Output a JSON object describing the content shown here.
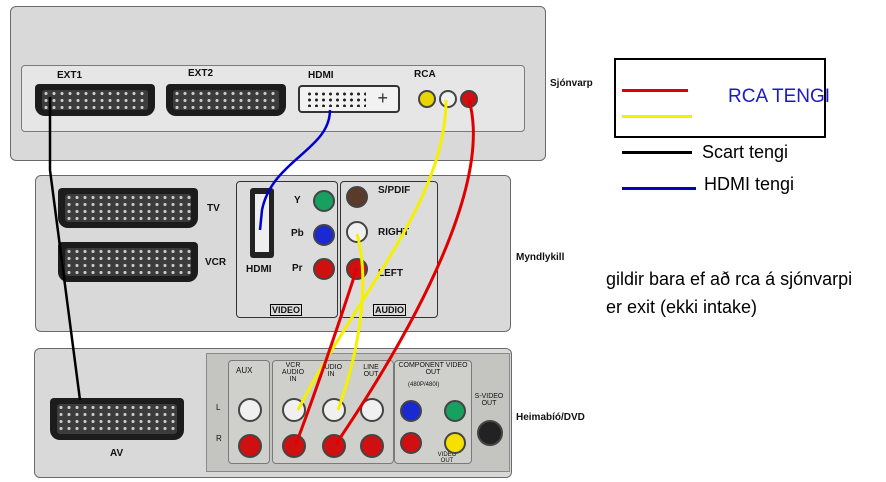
{
  "tv": {
    "name": "Sjónvarp",
    "ports": {
      "ext1": "EXT1",
      "ext2": "EXT2",
      "hdmi": "HDMI",
      "rca": "RCA"
    }
  },
  "decoder": {
    "name": "Myndlykill",
    "ports": {
      "tv": "TV",
      "vcr": "VCR",
      "hdmi": "HDMI",
      "y": "Y",
      "pb": "Pb",
      "pr": "Pr",
      "spdif": "S/PDIF",
      "right": "RIGHT",
      "left": "LEFT",
      "video": "VIDEO",
      "audio": "AUDIO"
    }
  },
  "dvd": {
    "name": "Heimabíó/DVD",
    "ports": {
      "av": "AV",
      "aux": "AUX",
      "vcr_audio_in": "VCR AUDIO IN",
      "audio_in": "AUDIO IN",
      "line_out": "LINE OUT",
      "component": "COMPONENT VIDEO OUT",
      "component_sub": "(480P/480I)",
      "svideo": "S-VIDEO OUT",
      "video_out": "VIDEO OUT",
      "l": "L",
      "r": "R"
    }
  },
  "legend": {
    "rca": "RCA TENGI",
    "scart": "Scart tengi",
    "hdmi": "HDMI tengi"
  },
  "note": "gildir bara ef að rca á sjónvarpi er exit (ekki intake)",
  "colors": {
    "red": "#e00000",
    "yellow": "#f5f000",
    "black": "#000000",
    "blue": "#0000cc",
    "legend_text": "#1a1acc"
  }
}
